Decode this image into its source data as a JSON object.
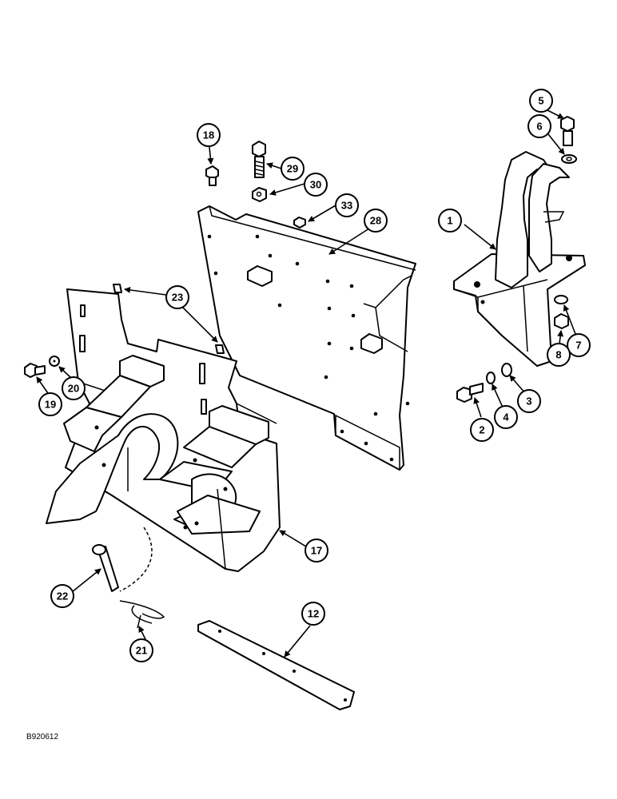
{
  "callouts": [
    "1",
    "2",
    "3",
    "4",
    "5",
    "6",
    "7",
    "8",
    "12",
    "17",
    "18",
    "19",
    "20",
    "21",
    "22",
    "23",
    "28",
    "29",
    "30",
    "33"
  ],
  "figure_ref": "B920612"
}
